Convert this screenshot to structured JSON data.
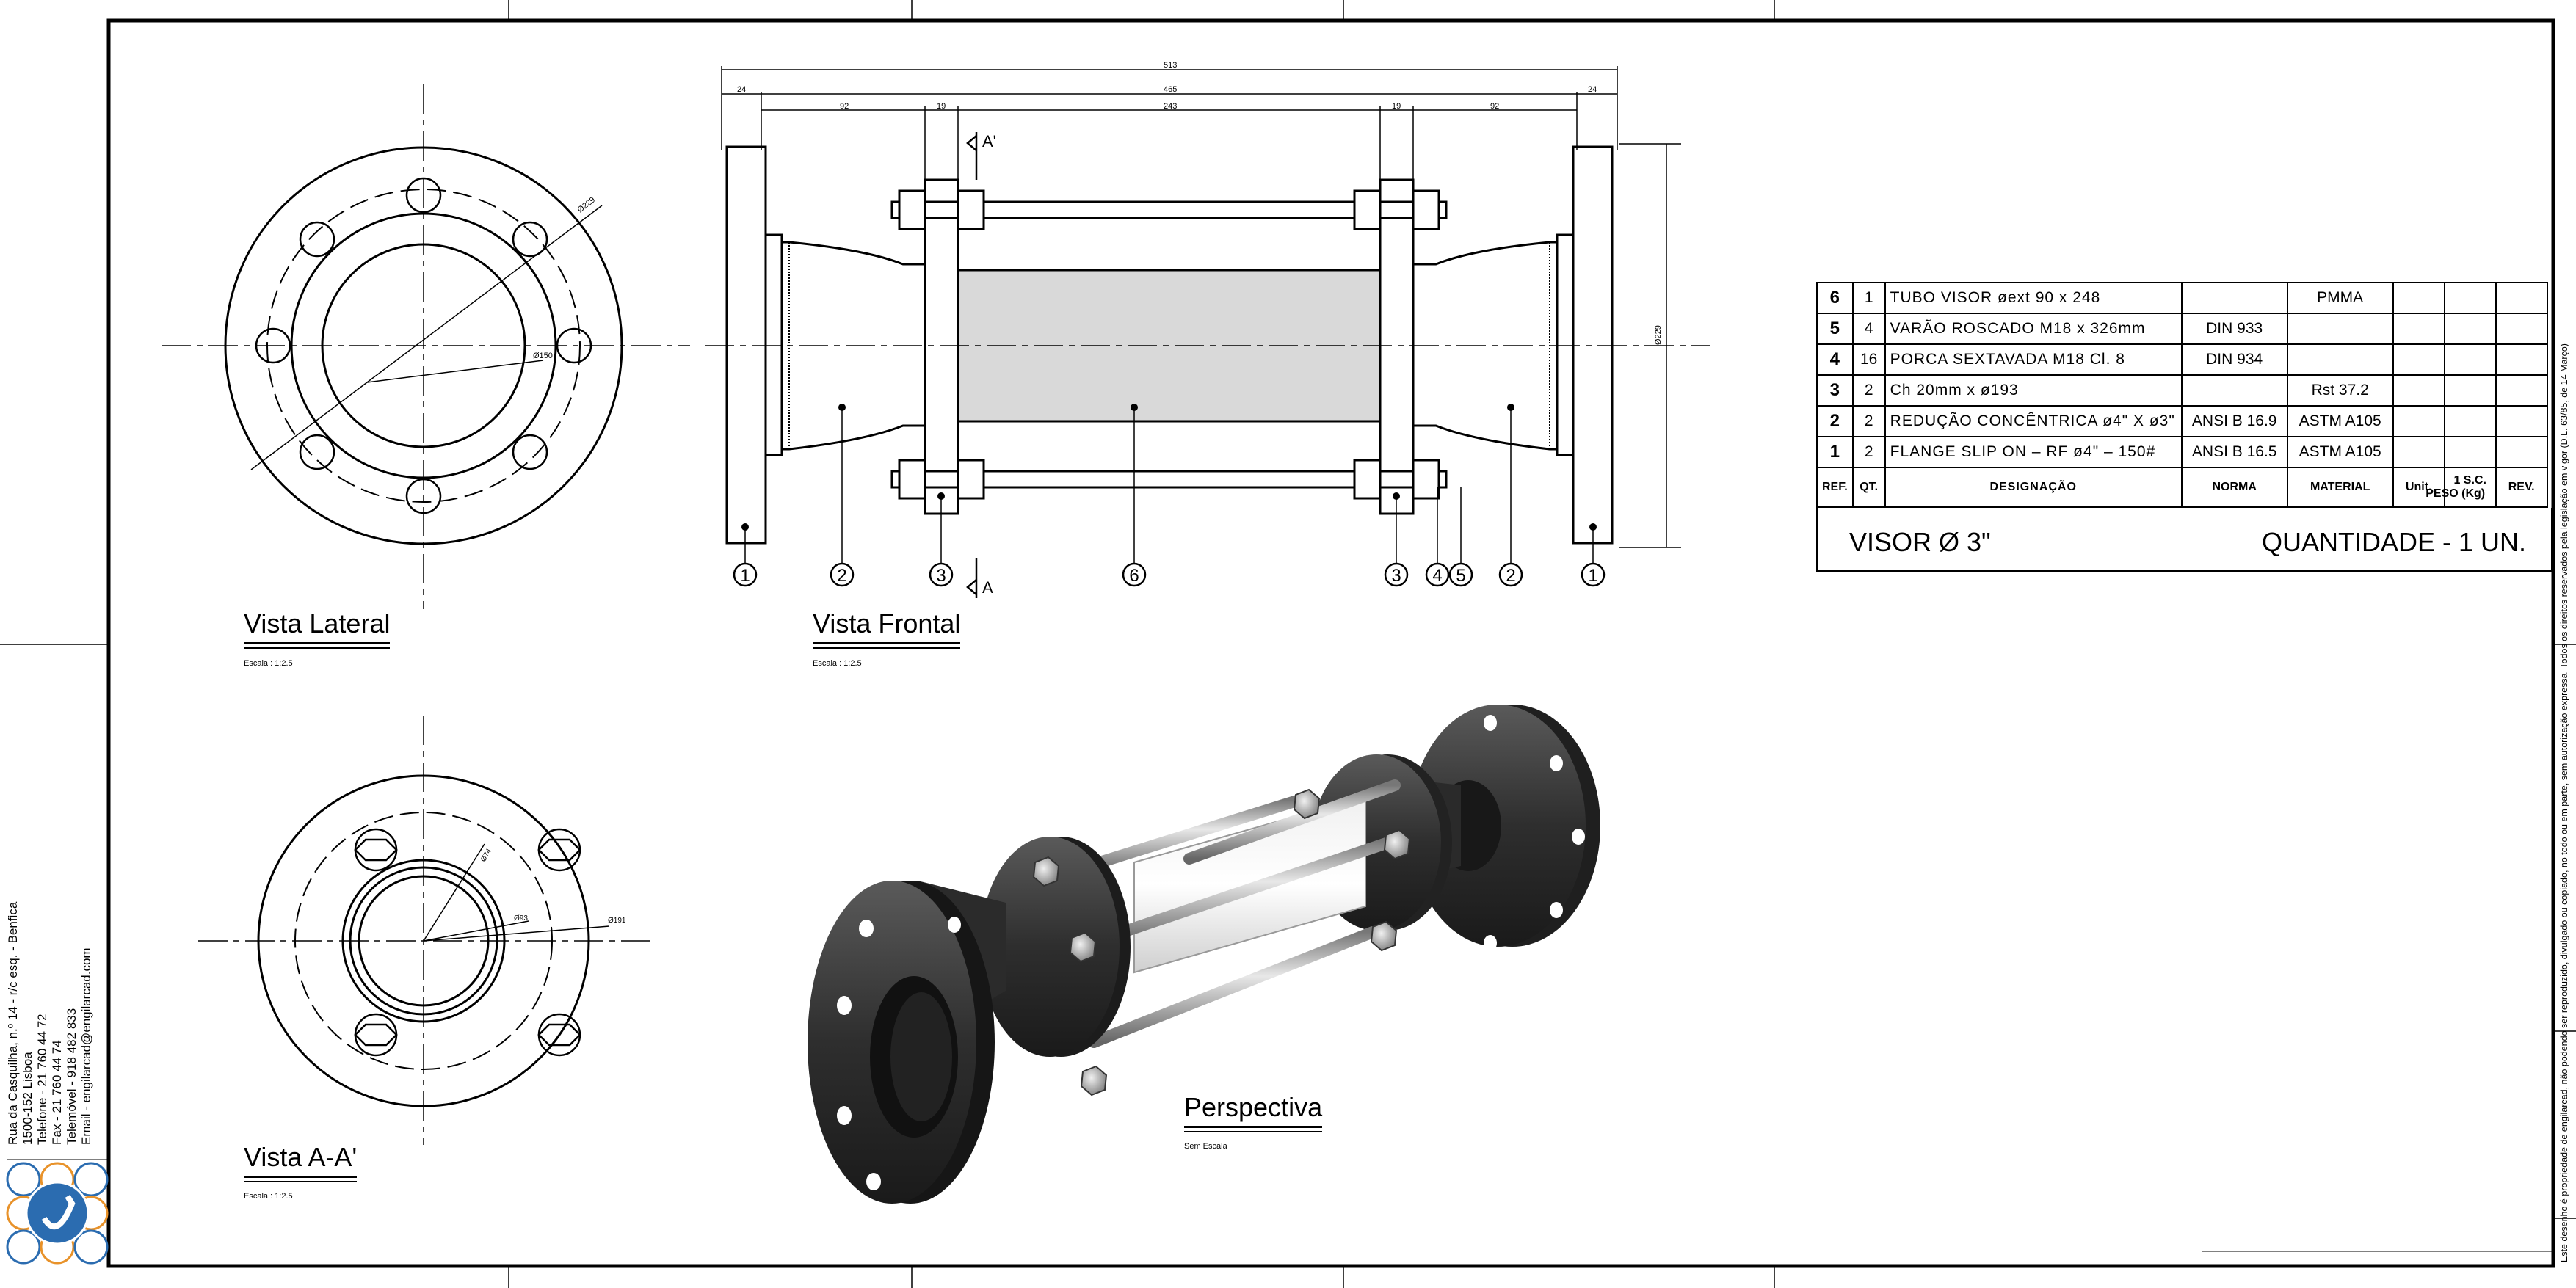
{
  "views": {
    "lateral": {
      "title": "Vista Lateral",
      "scale": "Escala : 1:2.5"
    },
    "frontal": {
      "title": "Vista Frontal",
      "scale": "Escala : 1:2.5"
    },
    "section": {
      "title": "Vista A-A'",
      "scale": "Escala : 1:2.5"
    },
    "perspective": {
      "title": "Perspectiva",
      "scale": "Sem Escala"
    }
  },
  "dimensions": {
    "overall": "513",
    "between_flanges": "465",
    "flange_left": "24",
    "flange_right": "24",
    "reducer_left": "92",
    "plate_left": "19",
    "tube": "243",
    "plate_right": "19",
    "reducer_right": "92",
    "height": "Ø229",
    "lateral_outer": "Ø229",
    "lateral_inner": "Ø150",
    "section_a": "Ø191",
    "section_b": "Ø93",
    "section_c": "Ø74",
    "section_mark": "A'",
    "section_mark_bottom": "A"
  },
  "balloons": [
    "1",
    "2",
    "3",
    "6",
    "3",
    "4",
    "5",
    "2",
    "1"
  ],
  "bom": {
    "rows": [
      {
        "ref": "6",
        "qt": "1",
        "des": "TUBO VISOR øext 90 x 248",
        "norma": "",
        "mat": "PMMA"
      },
      {
        "ref": "5",
        "qt": "4",
        "des": "VARÃO ROSCADO M18 x 326mm",
        "norma": "DIN 933",
        "mat": ""
      },
      {
        "ref": "4",
        "qt": "16",
        "des": "PORCA SEXTAVADA M18 Cl. 8",
        "norma": "DIN 934",
        "mat": ""
      },
      {
        "ref": "3",
        "qt": "2",
        "des": "Ch 20mm x ø193",
        "norma": "",
        "mat": "Rst 37.2"
      },
      {
        "ref": "2",
        "qt": "2",
        "des": "REDUÇÃO CONCÊNTRICA ø4\" X ø3\"",
        "norma": "ANSI B 16.9",
        "mat": "ASTM A105"
      },
      {
        "ref": "1",
        "qt": "2",
        "des": "FLANGE SLIP ON – RF ø4\" – 150#",
        "norma": "ANSI B 16.5",
        "mat": "ASTM A105"
      }
    ],
    "header": {
      "ref": "REF.",
      "qt": "QT.",
      "des": "DESIGNAÇÃO",
      "norma": "NORMA",
      "mat": "MATERIAL",
      "unit": "Unit.",
      "sc": "1 S.C.",
      "peso": "PESO (Kg)",
      "rev": "REV."
    }
  },
  "title_block": {
    "name": "VISOR  Ø 3\"",
    "quantity": "QUANTIDADE - 1 UN."
  },
  "address": [
    "Rua da Casquilha, n.º 14 - r/c esq. - Benfica",
    "1500-152 Lisboa",
    "Telefone - 21 760 44 72",
    "Fax - 21 760 44 74",
    "Telemóvel - 918 482 833",
    "Email - engilarcad@engilarcad.com"
  ],
  "notice": "Este desenho é propriedade de engilarcad, não podendo ser reproduzido, divulgado ou copiado, no todo ou em parte, sem autorização expressa. Todos os direitos reservados pela legislação em vigor (D.L. 63/85, de 14 Março)",
  "colors": {
    "line": "#000000",
    "glass": "#d9d9d9",
    "metal_dark": "#3a3a3a",
    "rod": "#b8b8b8",
    "logo_blue": "#2b6cb0",
    "logo_orange": "#e8922a"
  }
}
